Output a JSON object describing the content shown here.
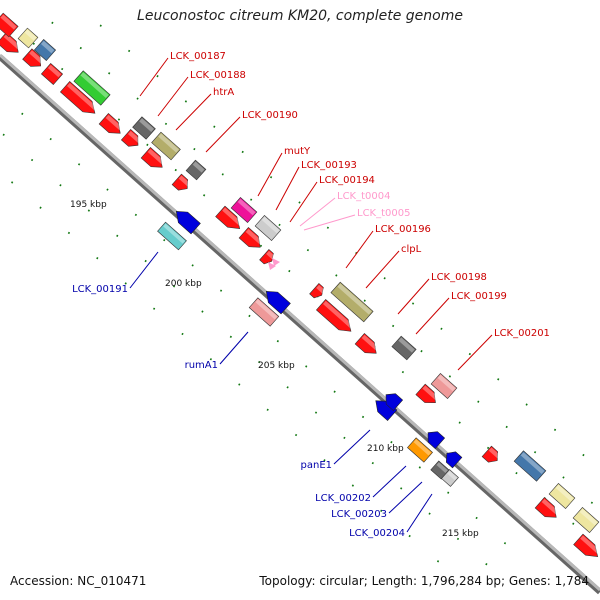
{
  "title": "Leuconostoc citreum KM20, complete genome",
  "footer": {
    "accession": "Accession: NC_010471",
    "topology": "Topology: circular; Length: 1,796,284 bp; Genes: 1,784"
  },
  "colors": {
    "cds_forward_red": "#ff0000",
    "trna_pink": "#ff99cc",
    "label_red": "#cc0000",
    "label_blue": "#0000aa",
    "backbone_gray": "#999999"
  },
  "kbp_ticks": [
    "195 kbp",
    "200 kbp",
    "205 kbp",
    "210 kbp",
    "215 kbp"
  ],
  "gene_labels": [
    "LCK_00187",
    "LCK_00188",
    "htrA",
    "LCK_00190",
    "mutY",
    "LCK_00193",
    "LCK_00194",
    "LCK_t0004",
    "LCK_t0005",
    "LCK_00196",
    "clpL",
    "LCK_00198",
    "LCK_00199",
    "LCK_00201",
    "LCK_00191",
    "rumA1",
    "panE1",
    "LCK_00202",
    "LCK_00203",
    "LCK_00204"
  ]
}
